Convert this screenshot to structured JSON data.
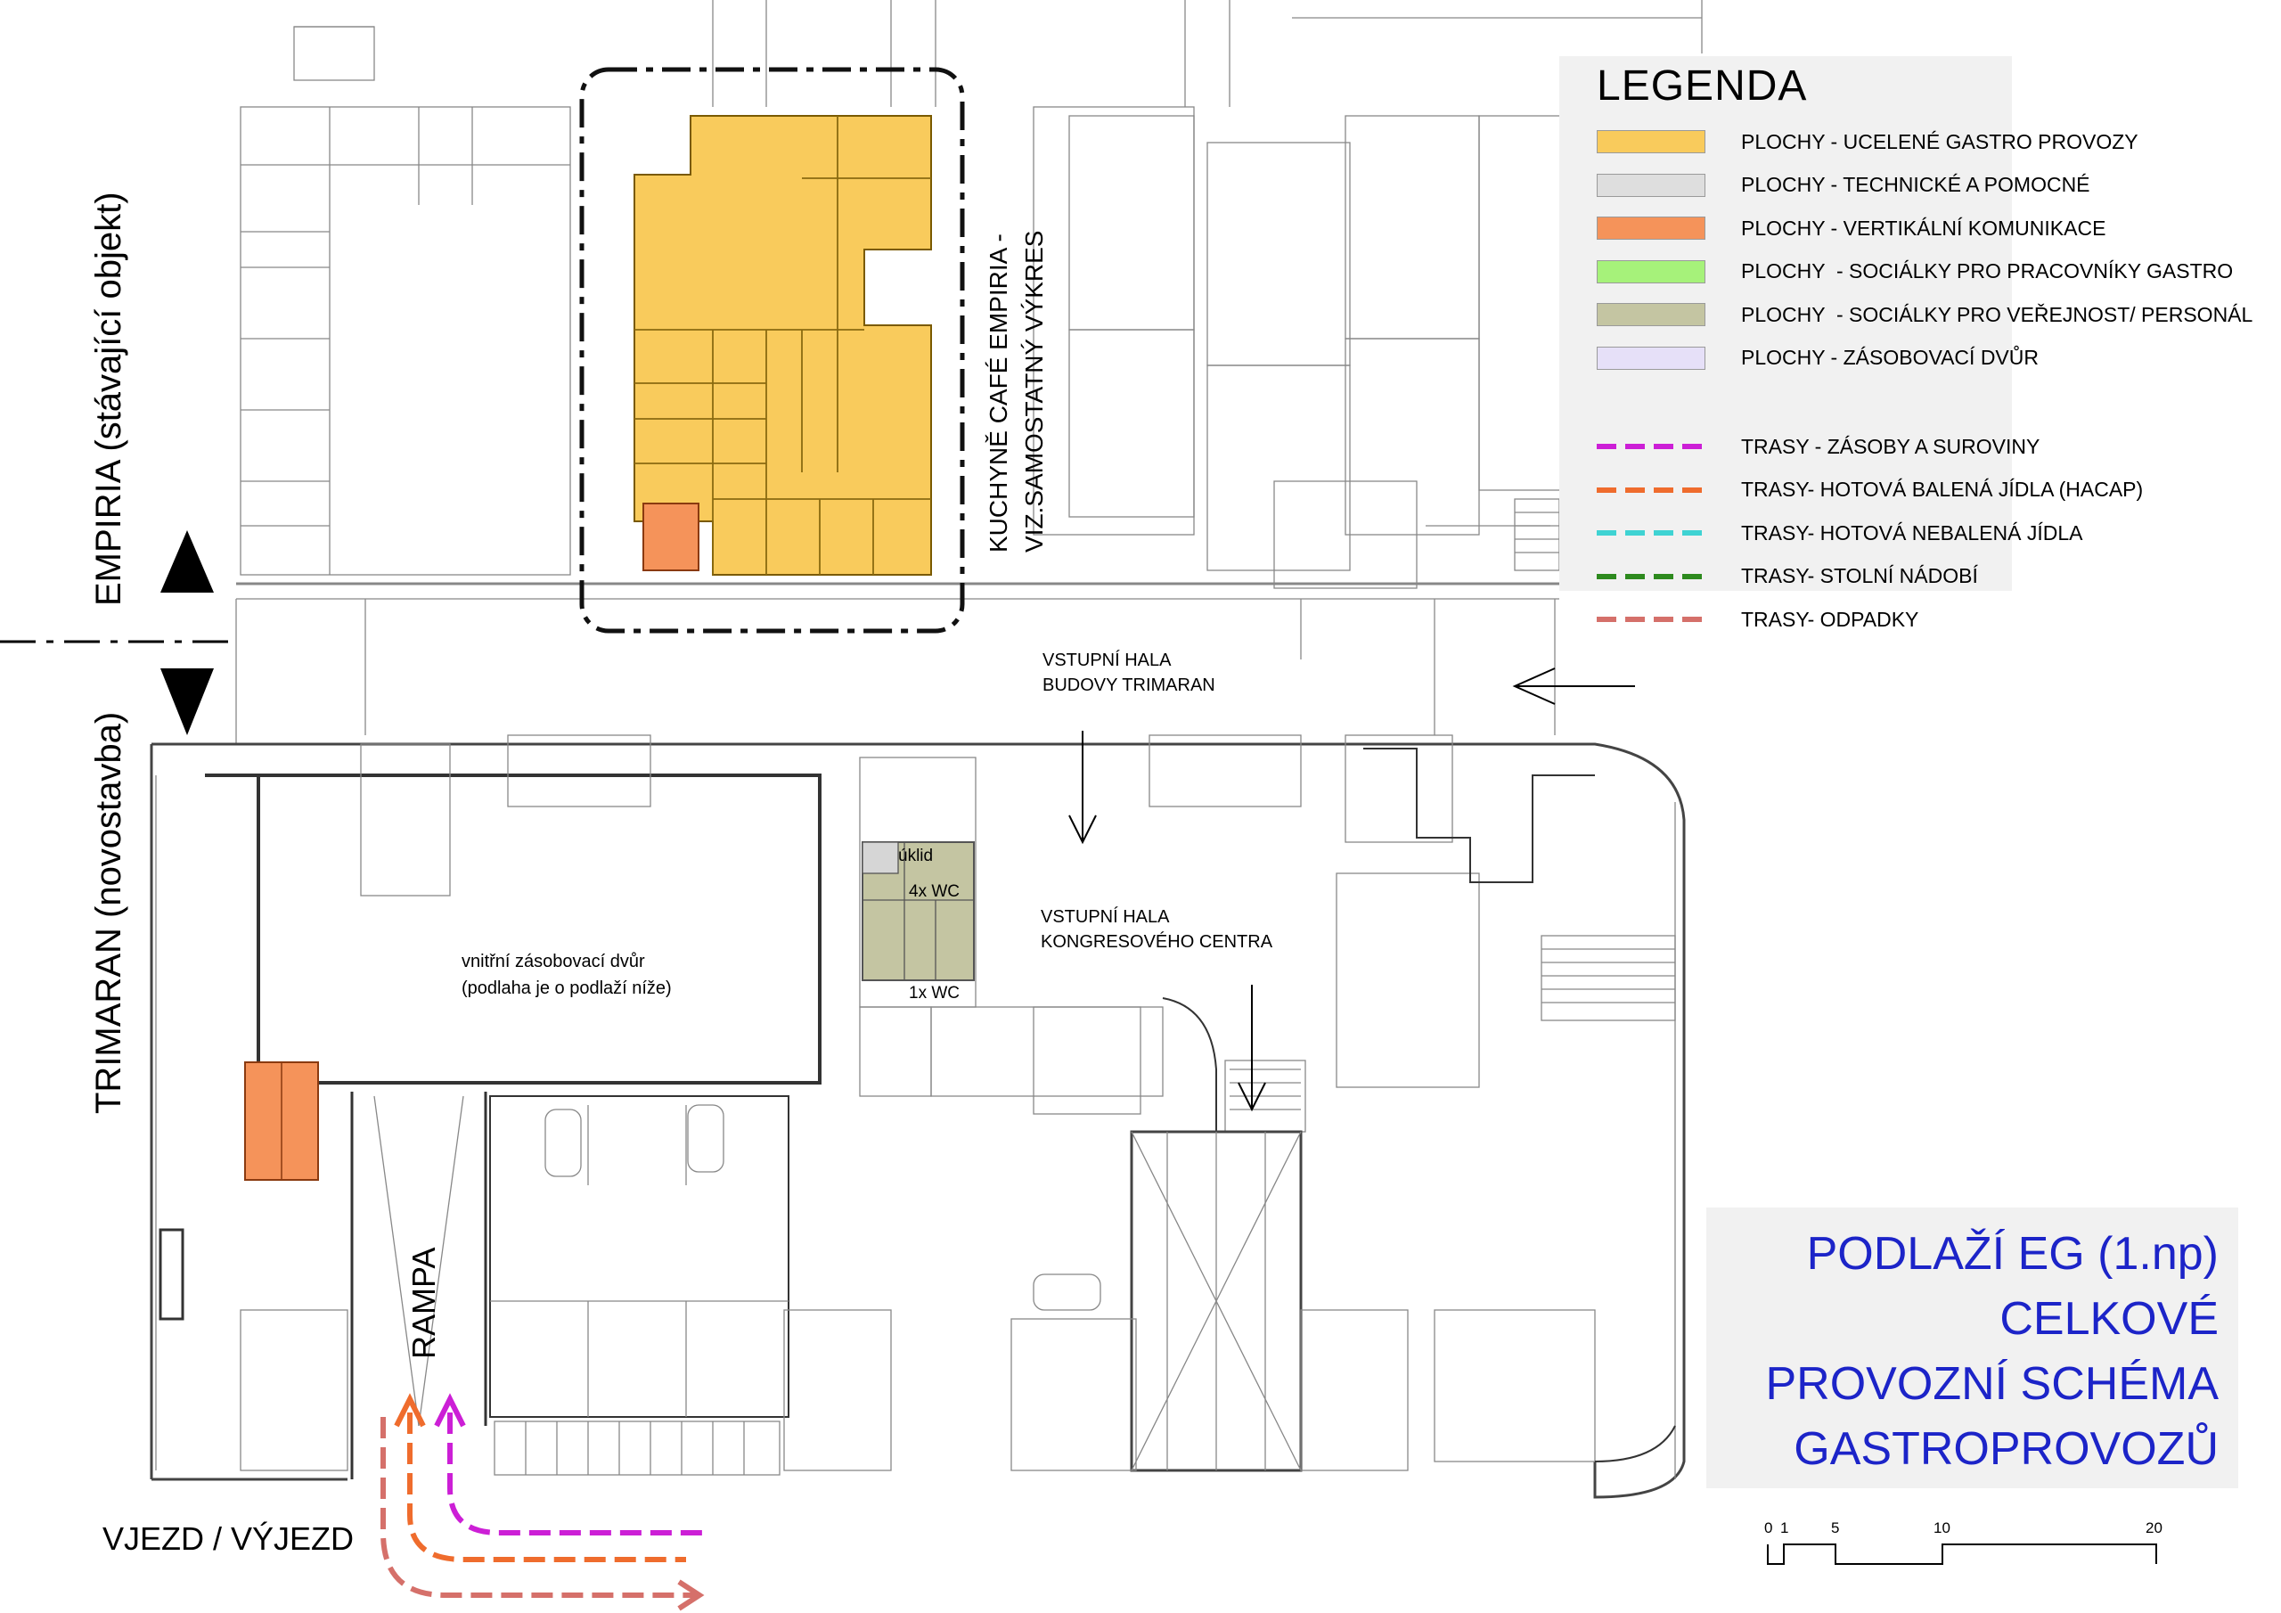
{
  "legend": {
    "title": "LEGENDA",
    "areas": [
      {
        "label": "PLOCHY - UCELENÉ GASTRO PROVOZY",
        "color": "#f9cb5c"
      },
      {
        "label": "PLOCHY - TECHNICKÉ A POMOCNÉ",
        "color": "#dedede"
      },
      {
        "label": "PLOCHY - VERTIKÁLNÍ KOMUNIKACE",
        "color": "#f5935a"
      },
      {
        "label": "PLOCHY  - SOCIÁLKY PRO PRACOVNÍKY GASTRO",
        "color": "#a6f27a"
      },
      {
        "label": "PLOCHY  - SOCIÁLKY PRO VEŘEJNOST/ PERSONÁL",
        "color": "#c4c5a2"
      },
      {
        "label": "PLOCHY - ZÁSOBOVACÍ DVŮR",
        "color": "#e6e0f8"
      }
    ],
    "routes": [
      {
        "label": "TRASY - ZÁSOBY A SUROVINY",
        "color": "#cc1fd6"
      },
      {
        "label": "TRASY- HOTOVÁ BALENÁ JÍDLA (HACAP)",
        "color": "#ef6c2d"
      },
      {
        "label": "TRASY- HOTOVÁ NEBALENÁ JÍDLA",
        "color": "#3fd3d3"
      },
      {
        "label": "TRASY- STOLNÍ NÁDOBÍ",
        "color": "#2d8a1e"
      },
      {
        "label": "TRASY- ODPADKY",
        "color": "#d5706a"
      }
    ]
  },
  "labels": {
    "empiria": "EMPIRIA (stávající objekt)",
    "trimaran": "TRIMARAN (novostavba)",
    "kuchyne_1": "KUCHYNĚ CAFÉ EMPIRIA -",
    "kuchyne_2": "VIZ.SAMOSTATNÝ VÝKRES",
    "hala_trimaran_1": "VSTUPNÍ HALA",
    "hala_trimaran_2": "BUDOVY TRIMARAN",
    "hala_kongres_1": "VSTUPNÍ HALA",
    "hala_kongres_2": "KONGRESOVÉHO CENTRA",
    "uklid": "úklid",
    "wc4": "4x WC",
    "wc1": "1x WC",
    "dvur_1": "vnitřní zásobovací dvůr",
    "dvur_2": "(podlaha je o podlaží níže)",
    "rampa": "RAMPA",
    "vjezd": "VJEZD / VÝJEZD"
  },
  "title": {
    "lines": [
      "PODLAŽÍ EG (1.np)",
      "CELKOVÉ",
      "PROVOZNÍ SCHÉMA",
      "GASTROPROVOZŮ"
    ],
    "color": "#1c24c8"
  },
  "scale": {
    "ticks": [
      "0",
      "1",
      "5",
      "10",
      "20"
    ]
  }
}
